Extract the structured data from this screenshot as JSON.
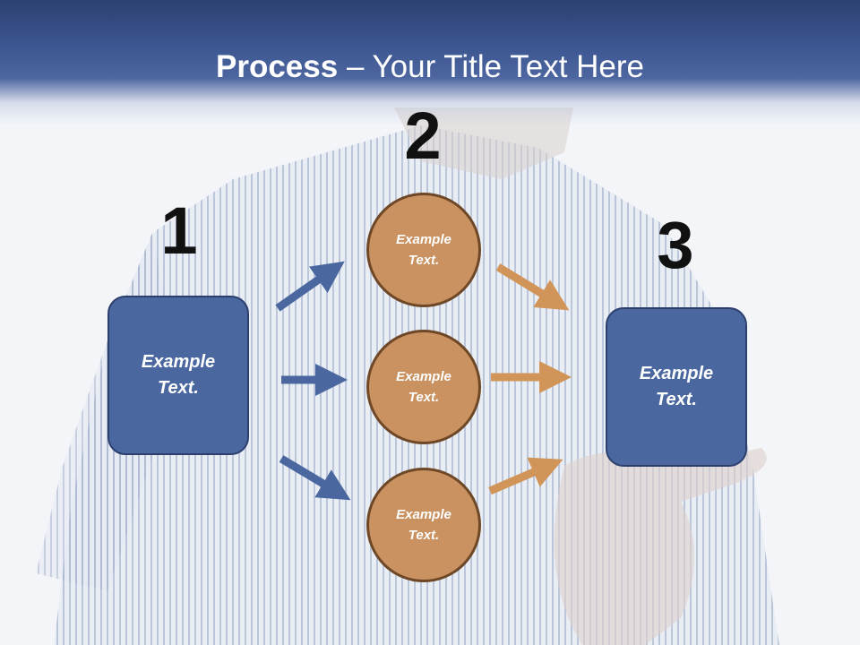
{
  "title": {
    "bold": "Process",
    "rest": " – Your Title Text Here"
  },
  "steps": {
    "one": "1",
    "two": "2",
    "three": "3"
  },
  "left_box": {
    "line1": "Example",
    "line2": "Text."
  },
  "circles": [
    {
      "line1": "Example",
      "line2": "Text."
    },
    {
      "line1": "Example",
      "line2": "Text."
    },
    {
      "line1": "Example",
      "line2": "Text."
    }
  ],
  "right_box": {
    "line1": "Example",
    "line2": "Text."
  },
  "colors": {
    "blue": "#4a67a0",
    "orange": "#c99260",
    "header": "#3b5590"
  }
}
